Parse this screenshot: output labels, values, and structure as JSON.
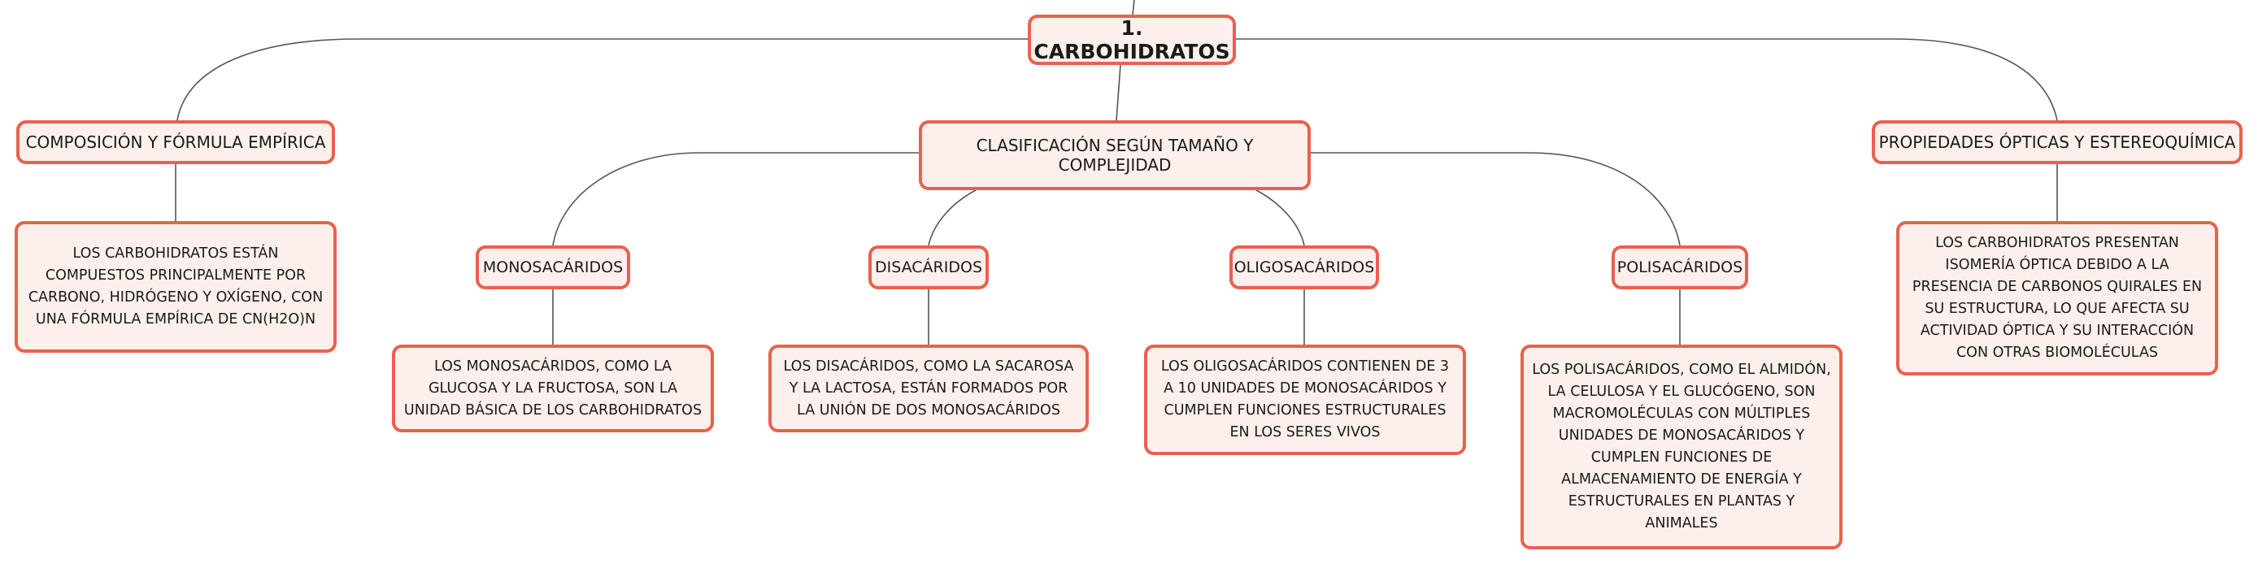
{
  "diagram": {
    "root": {
      "label": "1. CARBOHIDRATOS"
    },
    "branches": {
      "composicion": {
        "label": "COMPOSICIÓN Y FÓRMULA EMPÍRICA",
        "detail": "LOS CARBOHIDRATOS ESTÁN COMPUESTOS PRINCIPALMENTE POR CARBONO, HIDRÓGENO Y OXÍGENO, CON UNA FÓRMULA EMPÍRICA DE CN(H2O)N"
      },
      "clasificacion": {
        "label": "CLASIFICACIÓN SEGÚN TAMAÑO Y COMPLEJIDAD",
        "children": {
          "monosacaridos": {
            "label": "MONOSACÁRIDOS",
            "detail": "LOS MONOSACÁRIDOS, COMO LA GLUCOSA Y LA FRUCTOSA, SON LA UNIDAD BÁSICA DE LOS CARBOHIDRATOS"
          },
          "disacaridos": {
            "label": "DISACÁRIDOS",
            "detail": "LOS DISACÁRIDOS, COMO LA SACAROSA Y LA LACTOSA, ESTÁN FORMADOS POR LA UNIÓN DE DOS MONOSACÁRIDOS"
          },
          "oligosacaridos": {
            "label": "OLIGOSACÁRIDOS",
            "detail": "LOS OLIGOSACÁRIDOS CONTIENEN DE 3 A 10 UNIDADES DE MONOSACÁRIDOS Y CUMPLEN FUNCIONES ESTRUCTURALES EN LOS SERES VIVOS"
          },
          "polisacaridos": {
            "label": "POLISACÁRIDOS",
            "detail": "LOS POLISACÁRIDOS, COMO EL ALMIDÓN, LA CELULOSA Y EL GLUCÓGENO, SON MACROMOLÉCULAS CON MÚLTIPLES UNIDADES DE MONOSACÁRIDOS Y CUMPLEN FUNCIONES DE ALMACENAMIENTO DE ENERGÍA Y ESTRUCTURALES EN PLANTAS Y ANIMALES"
          }
        }
      },
      "propiedades": {
        "label": "PROPIEDADES ÓPTICAS Y ESTEREOQUÍMICA",
        "detail": "LOS CARBOHIDRATOS PRESENTAN ISOMERÍA ÓPTICA DEBIDO A LA PRESENCIA DE CARBONOS QUIRALES EN SU ESTRUCTURA, LO QUE AFECTA SU ACTIVIDAD ÓPTICA Y SU INTERACCIÓN CON OTRAS BIOMOLÉCULAS"
      }
    }
  },
  "colors": {
    "node_border": "#e9614e",
    "node_fill": "#fdf0ec",
    "connector": "#555555"
  }
}
